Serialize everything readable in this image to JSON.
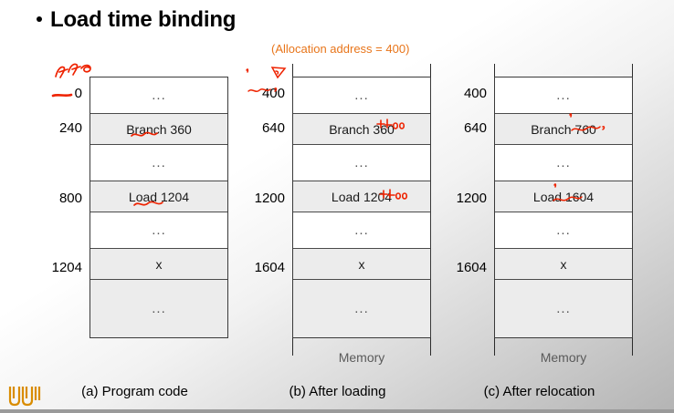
{
  "slide": {
    "title": "Load time binding",
    "bullet_glyph": "•",
    "allocation_note": "(Allocation address = 400)",
    "logo_color": "#D98C00",
    "accent_color": "#E8751A",
    "ink_color": "#EE2200"
  },
  "columns": [
    {
      "id": "a",
      "caption": "(a) Program code",
      "memory_label": "",
      "show_rails": false,
      "rows": [
        {
          "addr": "0",
          "text": "...",
          "kind": "dots",
          "shaded": false
        },
        {
          "addr": "240",
          "text": "Branch 360",
          "kind": "inst",
          "shaded": true
        },
        {
          "addr": "",
          "text": "...",
          "kind": "dots",
          "shaded": false
        },
        {
          "addr": "800",
          "text": "Load 1204",
          "kind": "inst",
          "shaded": true
        },
        {
          "addr": "",
          "text": "...",
          "kind": "dots",
          "shaded": false
        },
        {
          "addr": "1204",
          "text": "x",
          "kind": "inst",
          "shaded": true
        },
        {
          "addr": "",
          "text": "...",
          "kind": "last",
          "shaded": true
        }
      ]
    },
    {
      "id": "b",
      "caption": "(b) After loading",
      "memory_label": "Memory",
      "show_rails": true,
      "rows": [
        {
          "addr": "400",
          "text": "...",
          "kind": "dots",
          "shaded": false
        },
        {
          "addr": "640",
          "text": "Branch 360",
          "kind": "inst",
          "shaded": true
        },
        {
          "addr": "",
          "text": "...",
          "kind": "dots",
          "shaded": false
        },
        {
          "addr": "1200",
          "text": "Load 1204",
          "kind": "inst",
          "shaded": true
        },
        {
          "addr": "",
          "text": "...",
          "kind": "dots",
          "shaded": false
        },
        {
          "addr": "1604",
          "text": "x",
          "kind": "inst",
          "shaded": true
        },
        {
          "addr": "",
          "text": "...",
          "kind": "last",
          "shaded": true
        }
      ]
    },
    {
      "id": "c",
      "caption": "(c) After relocation",
      "memory_label": "Memory",
      "show_rails": true,
      "rows": [
        {
          "addr": "400",
          "text": "...",
          "kind": "dots",
          "shaded": false
        },
        {
          "addr": "640",
          "text": "Branch 760",
          "kind": "inst",
          "shaded": true
        },
        {
          "addr": "",
          "text": "...",
          "kind": "dots",
          "shaded": false
        },
        {
          "addr": "1200",
          "text": "Load 1604",
          "kind": "inst",
          "shaded": true
        },
        {
          "addr": "",
          "text": "...",
          "kind": "dots",
          "shaded": false
        },
        {
          "addr": "1604",
          "text": "x",
          "kind": "inst",
          "shaded": true
        },
        {
          "addr": "",
          "text": "...",
          "kind": "last",
          "shaded": true
        }
      ]
    }
  ],
  "annotations": [
    {
      "name": "hangul-scribble-over-zero",
      "note": "handwritten korean scribble above address 0"
    },
    {
      "name": "underline-zero",
      "note": "red underline under address 0"
    },
    {
      "name": "marker-400",
      "note": "red arrowhead and squiggle at address 400"
    },
    {
      "name": "underline-branch-360",
      "note": "red squiggle under 360"
    },
    {
      "name": "underline-load-1204",
      "note": "red squiggle under 1204"
    },
    {
      "name": "plus-400-branch",
      "text": "+400"
    },
    {
      "name": "plus-400-load",
      "text": "+400"
    },
    {
      "name": "underline-branch-760",
      "note": "red squiggle under 760"
    },
    {
      "name": "underline-load-1604",
      "note": "red squiggle under 1604"
    }
  ]
}
